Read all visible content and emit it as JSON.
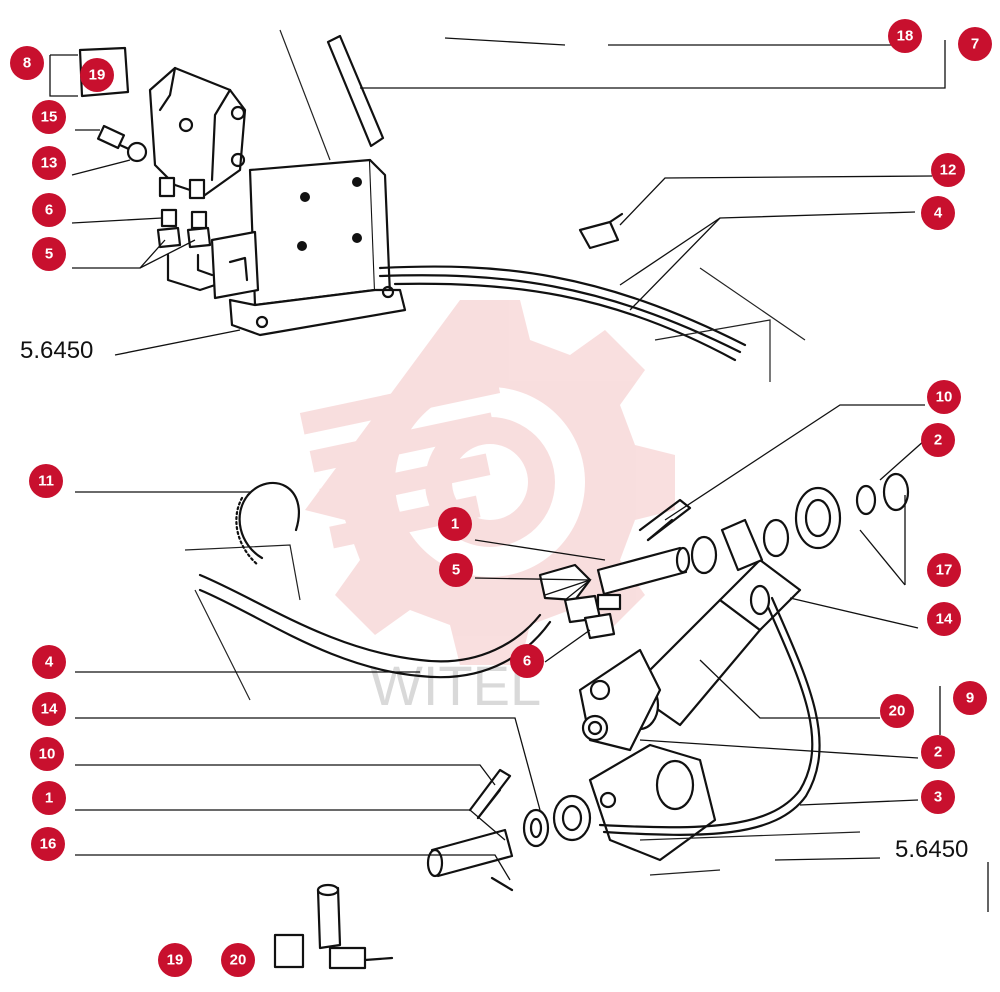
{
  "reference_labels": [
    "5.6450",
    "5.6450"
  ],
  "watermark": {
    "text": "WITEL",
    "color": "#f4c4c4"
  },
  "callout_color": "#c8102e",
  "callouts": [
    "18",
    "7",
    "8",
    "19",
    "15",
    "13",
    "6",
    "5",
    "12",
    "4",
    "10",
    "2",
    "11",
    "1",
    "5",
    "17",
    "6",
    "14",
    "4",
    "20",
    "9",
    "14",
    "2",
    "10",
    "3",
    "1",
    "16",
    "19",
    "20"
  ]
}
